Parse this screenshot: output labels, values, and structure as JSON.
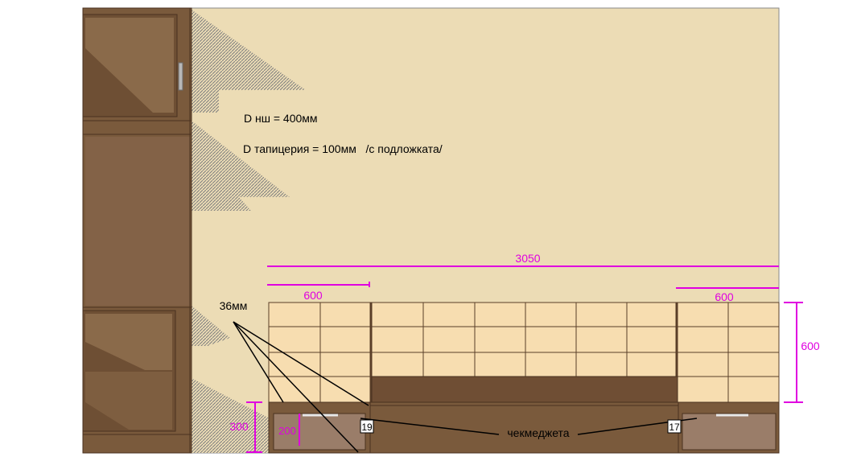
{
  "notes": {
    "line1": "D нш = 400мм",
    "line2": "D тапицерия = 100мм   /с подложката/"
  },
  "dimensions": {
    "total_width": "3050",
    "left_section": "600",
    "right_section": "600",
    "panel_height": "600",
    "nightstand_height": "300",
    "drawer_height": "200"
  },
  "labels": {
    "thickness": "36мм",
    "nightstands": "чекмеджета",
    "tag_left": "19",
    "tag_right": "17"
  },
  "colors": {
    "wall": "#ecdcb5",
    "wood": "#7a5a3c",
    "wood_dark": "#5a3e28",
    "tile": "#f7ddb0",
    "dimension": "#e000e0"
  }
}
